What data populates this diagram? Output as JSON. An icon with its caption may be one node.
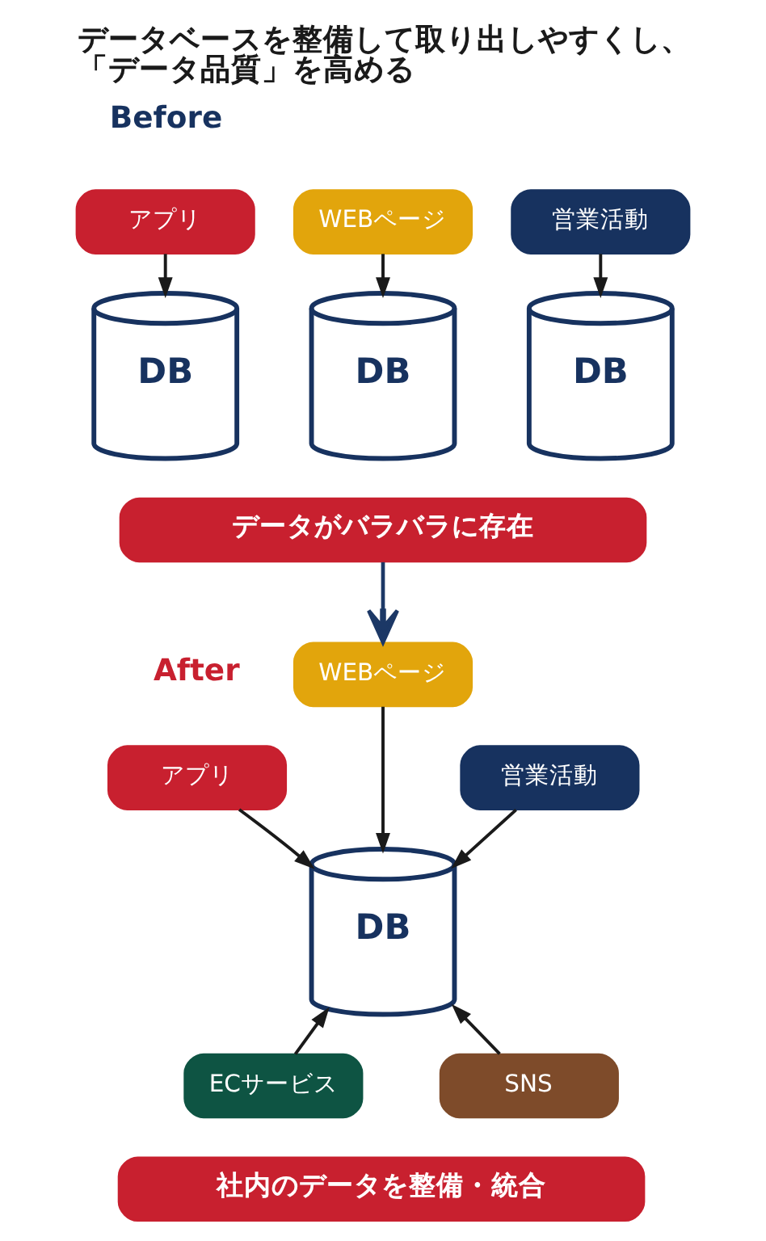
{
  "diagram": {
    "title": "データベースを整備して取り出しやすくし、「データ品質」を高める",
    "nodes": [
      {
        "text": [
          "アプリ"
        ]
      },
      {
        "text": [
          "WEBページ"
        ]
      },
      {
        "text": [
          "営業活動"
        ]
      },
      {
        "text": [
          "DB"
        ]
      },
      {
        "text": [
          "DB"
        ]
      },
      {
        "text": [
          "DB"
        ]
      },
      {
        "text": [
          "データがバラバラに存在"
        ]
      },
      {
        "text": [
          "WEBページ"
        ]
      },
      {
        "text": [
          "アプリ"
        ]
      },
      {
        "text": [
          "営業活動"
        ]
      },
      {
        "text": [
          "DB"
        ]
      },
      {
        "text": [
          "ECサービス"
        ]
      },
      {
        "text": [
          "SNS"
        ]
      },
      {
        "text": [
          "社内のデータを整備・統合"
        ]
      }
    ],
    "edges": [
      {
        "from": 0,
        "to": 3,
        "arrow": "to"
      },
      {
        "from": 1,
        "to": 4,
        "arrow": "to"
      },
      {
        "from": 2,
        "to": 5,
        "arrow": "to"
      },
      {
        "from": 6,
        "to": 7,
        "arrow": "to",
        "color": "#1c3866"
      },
      {
        "from": 7,
        "to": 10,
        "arrow": "to"
      },
      {
        "from": 8,
        "to": 10,
        "arrow": "to"
      },
      {
        "from": 9,
        "to": 10,
        "arrow": "to"
      },
      {
        "from": 11,
        "to": 10,
        "arrow": "to"
      },
      {
        "from": 12,
        "to": 10,
        "arrow": "to"
      }
    ],
    "labels": [
      "Before",
      "After"
    ]
  }
}
